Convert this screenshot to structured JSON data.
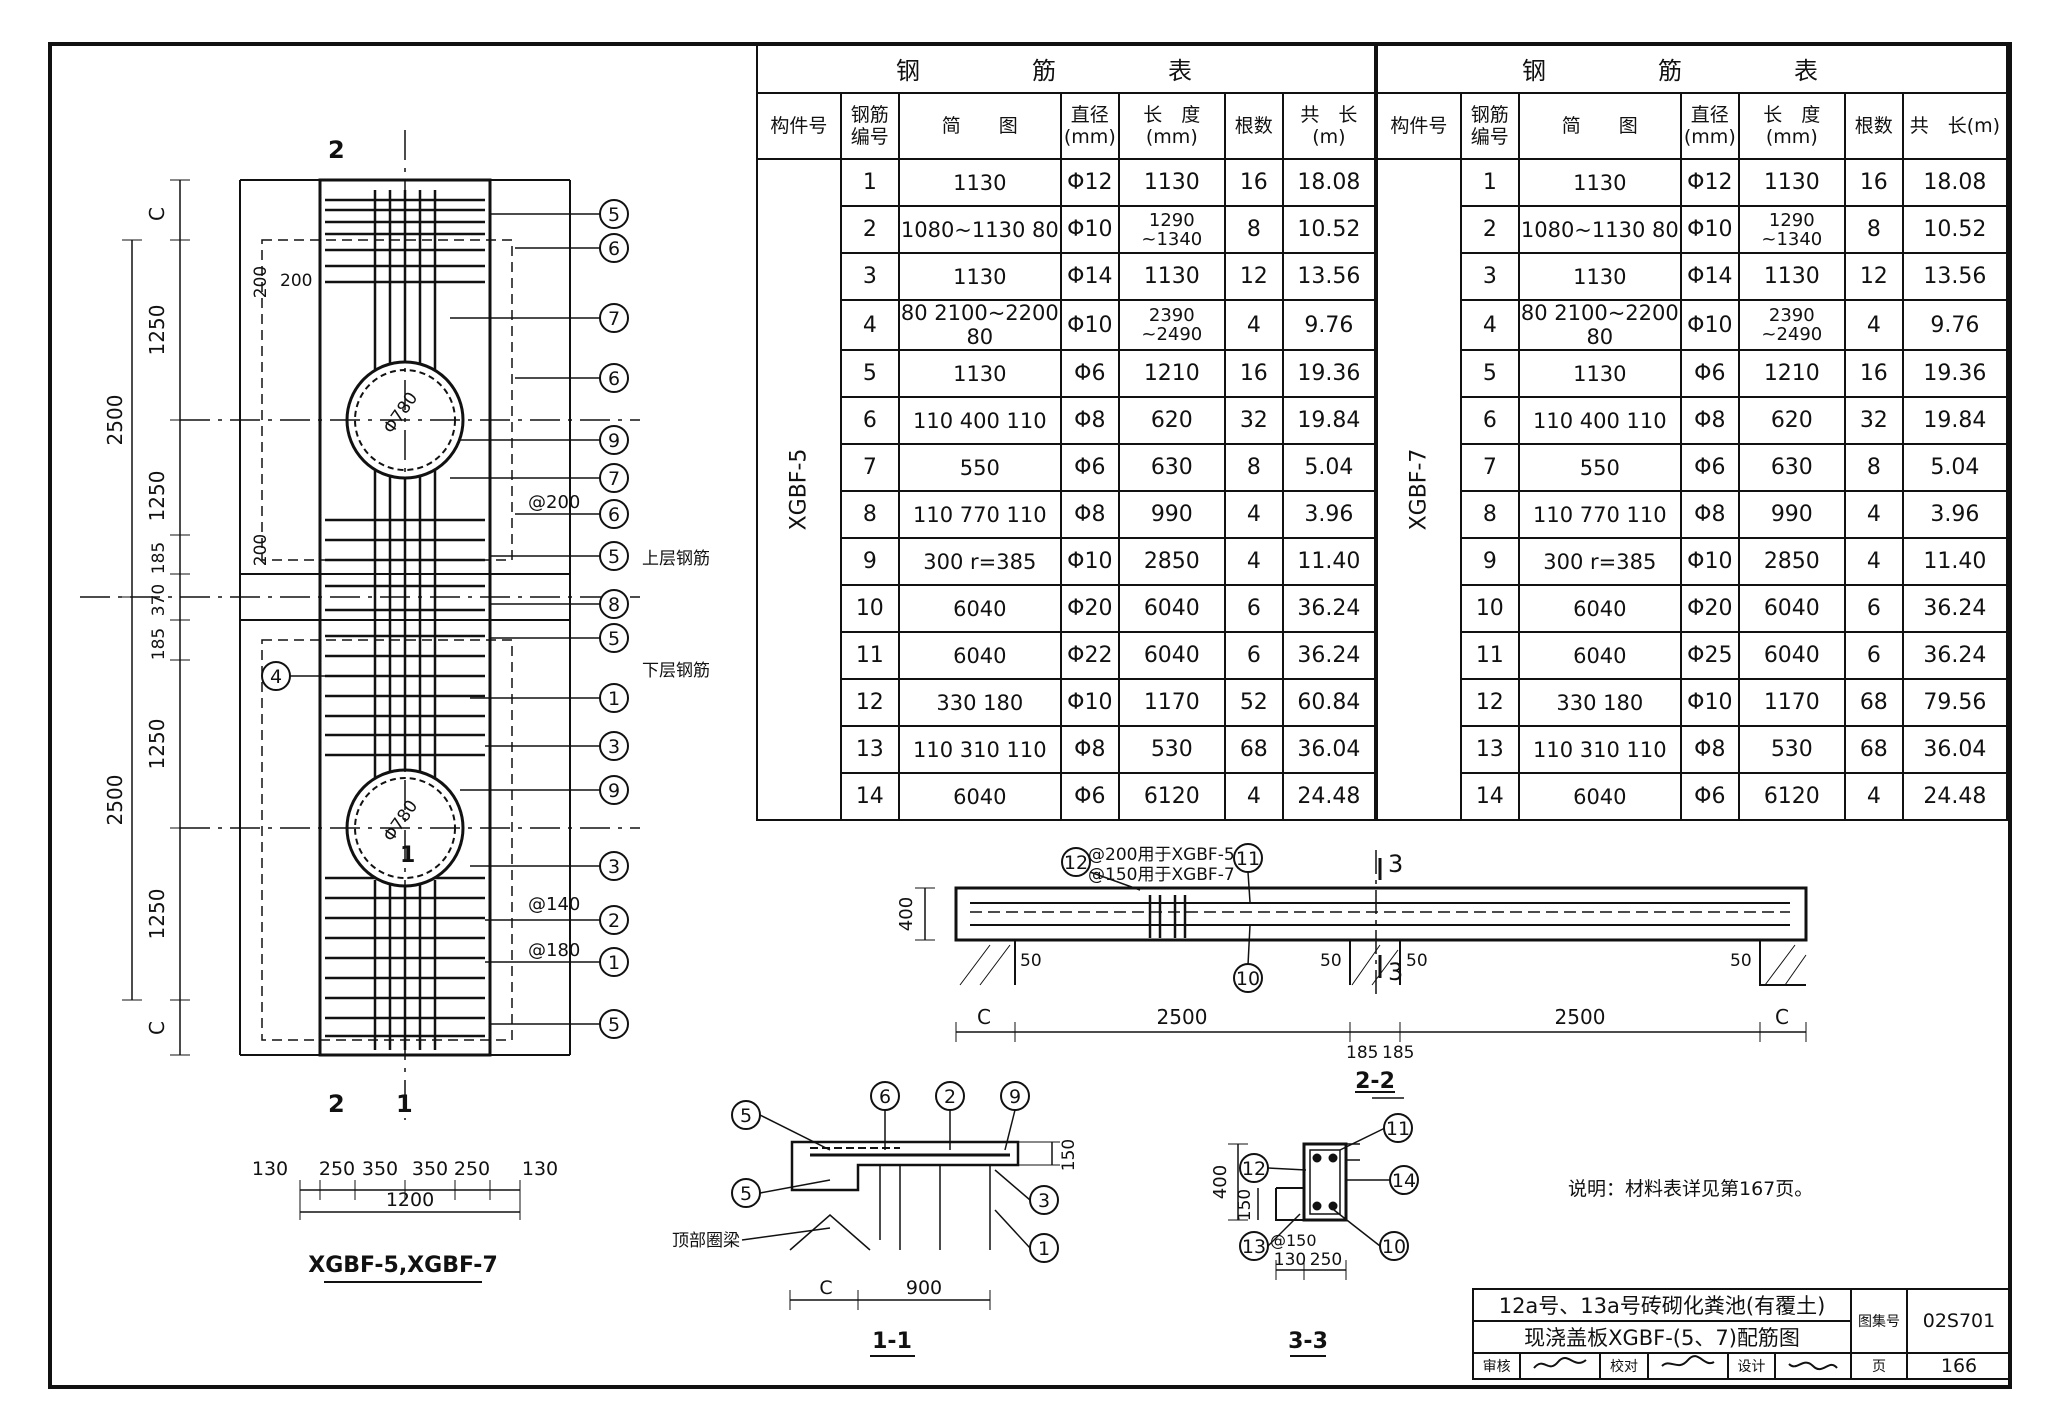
{
  "tables": [
    {
      "caption": "钢　筋　表",
      "component": "XGBF-5",
      "headers": [
        "构件号",
        "钢筋编号",
        "简　　图",
        "直径(mm)",
        "长　度(mm)",
        "根数",
        "共　长(m)"
      ],
      "rows": [
        {
          "no": "1",
          "shape": "1130",
          "dia": "Φ12",
          "len": "1130",
          "count": "16",
          "total": "18.08"
        },
        {
          "no": "2",
          "shape": "1080~1130 80",
          "dia": "Φ10",
          "len": "1290 ~1340",
          "count": "8",
          "total": "10.52"
        },
        {
          "no": "3",
          "shape": "1130",
          "dia": "Φ14",
          "len": "1130",
          "count": "12",
          "total": "13.56"
        },
        {
          "no": "4",
          "shape": "80 2100~2200 80",
          "dia": "Φ10",
          "len": "2390 ~2490",
          "count": "4",
          "total": "9.76"
        },
        {
          "no": "5",
          "shape": "1130",
          "dia": "Φ6",
          "len": "1210",
          "count": "16",
          "total": "19.36"
        },
        {
          "no": "6",
          "shape": "110 400 110",
          "dia": "Φ8",
          "len": "620",
          "count": "32",
          "total": "19.84"
        },
        {
          "no": "7",
          "shape": "550",
          "dia": "Φ6",
          "len": "630",
          "count": "8",
          "total": "5.04"
        },
        {
          "no": "8",
          "shape": "110 770 110",
          "dia": "Φ8",
          "len": "990",
          "count": "4",
          "total": "3.96"
        },
        {
          "no": "9",
          "shape": "300 r=385",
          "dia": "Φ10",
          "len": "2850",
          "count": "4",
          "total": "11.40"
        },
        {
          "no": "10",
          "shape": "6040",
          "dia": "Φ20",
          "len": "6040",
          "count": "6",
          "total": "36.24"
        },
        {
          "no": "11",
          "shape": "6040",
          "dia": "Φ22",
          "len": "6040",
          "count": "6",
          "total": "36.24"
        },
        {
          "no": "12",
          "shape": "330 180",
          "dia": "Φ10",
          "len": "1170",
          "count": "52",
          "total": "60.84"
        },
        {
          "no": "13",
          "shape": "110 310 110",
          "dia": "Φ8",
          "len": "530",
          "count": "68",
          "total": "36.04"
        },
        {
          "no": "14",
          "shape": "6040",
          "dia": "Φ6",
          "len": "6120",
          "count": "4",
          "total": "24.48"
        }
      ]
    },
    {
      "caption": "钢　筋　表",
      "component": "XGBF-7",
      "headers": [
        "构件号",
        "钢筋编号",
        "简　　图",
        "直径(mm)",
        "长　度(mm)",
        "根数",
        "共　长(m)"
      ],
      "rows": [
        {
          "no": "1",
          "shape": "1130",
          "dia": "Φ12",
          "len": "1130",
          "count": "16",
          "total": "18.08"
        },
        {
          "no": "2",
          "shape": "1080~1130 80",
          "dia": "Φ10",
          "len": "1290 ~1340",
          "count": "8",
          "total": "10.52"
        },
        {
          "no": "3",
          "shape": "1130",
          "dia": "Φ14",
          "len": "1130",
          "count": "12",
          "total": "13.56"
        },
        {
          "no": "4",
          "shape": "80 2100~2200 80",
          "dia": "Φ10",
          "len": "2390 ~2490",
          "count": "4",
          "total": "9.76"
        },
        {
          "no": "5",
          "shape": "1130",
          "dia": "Φ6",
          "len": "1210",
          "count": "16",
          "total": "19.36"
        },
        {
          "no": "6",
          "shape": "110 400 110",
          "dia": "Φ8",
          "len": "620",
          "count": "32",
          "total": "19.84"
        },
        {
          "no": "7",
          "shape": "550",
          "dia": "Φ6",
          "len": "630",
          "count": "8",
          "total": "5.04"
        },
        {
          "no": "8",
          "shape": "110 770 110",
          "dia": "Φ8",
          "len": "990",
          "count": "4",
          "total": "3.96"
        },
        {
          "no": "9",
          "shape": "300 r=385",
          "dia": "Φ10",
          "len": "2850",
          "count": "4",
          "total": "11.40"
        },
        {
          "no": "10",
          "shape": "6040",
          "dia": "Φ20",
          "len": "6040",
          "count": "6",
          "total": "36.24"
        },
        {
          "no": "11",
          "shape": "6040",
          "dia": "Φ25",
          "len": "6040",
          "count": "6",
          "total": "36.24"
        },
        {
          "no": "12",
          "shape": "330 180",
          "dia": "Φ10",
          "len": "1170",
          "count": "68",
          "total": "79.56"
        },
        {
          "no": "13",
          "shape": "110 310 110",
          "dia": "Φ8",
          "len": "530",
          "count": "68",
          "total": "36.04"
        },
        {
          "no": "14",
          "shape": "6040",
          "dia": "Φ6",
          "len": "6120",
          "count": "4",
          "total": "24.48"
        }
      ]
    }
  ],
  "plan": {
    "title": "XGBF-5,XGBF-7",
    "left_dims": [
      "C",
      "1250",
      "1250",
      "185",
      "370",
      "185",
      "1250",
      "1250",
      "C"
    ],
    "outer_dims": [
      "2500",
      "2500"
    ],
    "inner_dims": [
      "200",
      "200",
      "200"
    ],
    "circle_label": "Φ780",
    "bottom_dims": [
      "130",
      "250",
      "350",
      "350",
      "250",
      "130"
    ],
    "total_width": "1200",
    "section_marks": [
      "2",
      "1",
      "2",
      "1"
    ],
    "callouts": [
      "5",
      "6",
      "7",
      "6",
      "9",
      "7",
      "6",
      "5",
      "8",
      "5",
      "4",
      "1",
      "3",
      "9",
      "3",
      "2",
      "1",
      "5"
    ],
    "annotations": {
      "at200": "@200",
      "upper": "上层钢筋",
      "lower": "下层钢筋",
      "at140": "@140",
      "at180": "@180",
      "one": "1"
    }
  },
  "section22": {
    "title": "2-2",
    "height": "400",
    "note12a": "@200用于XGBF-5",
    "note12b": "@150用于XGBF-7",
    "callouts": [
      "12",
      "11",
      "10"
    ],
    "mark": "3",
    "dims": [
      "C",
      "2500",
      "2500",
      "C"
    ],
    "small": [
      "50",
      "50",
      "50",
      "50"
    ],
    "bottom": [
      "185",
      "185"
    ]
  },
  "section11": {
    "title": "1-1",
    "callouts": [
      "5",
      "6",
      "2",
      "9",
      "5",
      "3",
      "1"
    ],
    "dim150": "150",
    "beam": "顶部圈梁",
    "dims": [
      "C",
      "900"
    ]
  },
  "section33": {
    "title": "3-3",
    "callouts": [
      "11",
      "12",
      "14",
      "13",
      "10"
    ],
    "dims": [
      "400",
      "150",
      "130",
      "250"
    ],
    "at150": "@150"
  },
  "note": "说明：材料表详见第167页。",
  "title_block": {
    "title_line1": "12a号、13a号砖砌化粪池(有覆土)",
    "title_line2": "现浇盖板XGBF-(5、7)配筋图",
    "atlas_label": "图集号",
    "atlas_no": "02S701",
    "page_label": "页",
    "page_no": "166",
    "review": "审核",
    "check": "校对",
    "design": "设计"
  }
}
